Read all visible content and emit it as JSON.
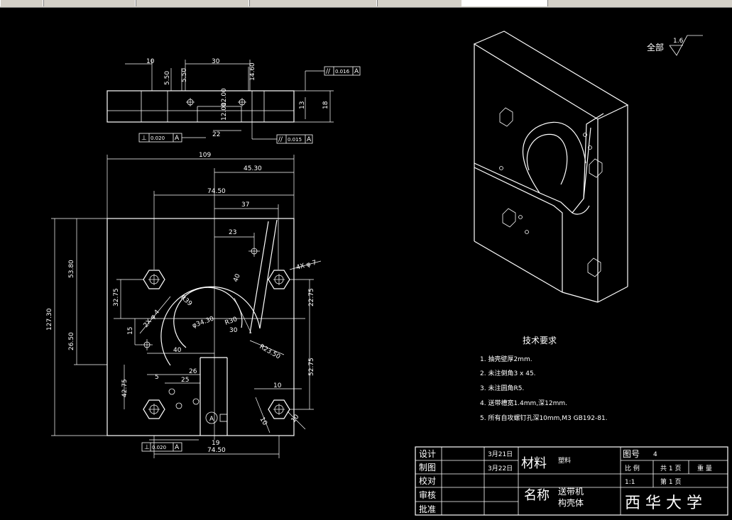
{
  "colors": {
    "background": "#000000",
    "lines": "#ffffff",
    "toolbar": "#d4d0c8"
  },
  "front_view": {
    "dims": {
      "d109": "109",
      "d4530": "45.30",
      "d7450": "74.50",
      "d37": "37",
      "d23": "23",
      "d5380": "53.80",
      "d12730": "127.30",
      "d2650": "26.50",
      "d3275l": "32.75",
      "d15": "15",
      "d2275": "22.75",
      "d4275": "42.75",
      "d5275": "52.75",
      "d40h": "40",
      "d26": "26",
      "d5": "5",
      "d25": "25",
      "d7450b": "74.50",
      "d19": "19",
      "d10": "10",
      "d10b": "10",
      "d10c": "10",
      "d40v": "40",
      "phi": "φ",
      "hole7": "4X φ 7",
      "holeL": "2X φ 4",
      "r2350": "R23.50",
      "r30": "R30",
      "r39": "R39",
      "d3430": "φ34.30",
      "d30": "30",
      "datumA": "A"
    },
    "flatness": {
      "symbol": "⊥",
      "value": "0.020",
      "datum": "A"
    }
  },
  "top_view": {
    "dims": {
      "d10": "10",
      "d30": "30",
      "d550": "5.50",
      "d550b": "5.50",
      "d1460": "14.60",
      "d1200": "12.00",
      "d1200b": "12.00",
      "d22": "22",
      "d13": "13",
      "d18": "18"
    },
    "tol_top": {
      "symbol": "//",
      "value": "0.016",
      "datum": "A"
    },
    "tol_bottom": {
      "symbol": "//",
      "value": "0.015",
      "datum": "A"
    },
    "tol_left": {
      "symbol": "⊥",
      "value": "0.020",
      "datum": "A"
    }
  },
  "surface_finish": {
    "label": "全部",
    "value": "1.6"
  },
  "tech_requirements": {
    "title": "技术要求",
    "items": [
      "1. 抽壳壁厚2mm.",
      "2. 未注倒角3 x 45.",
      "3. 未注圆角R5.",
      "4. 送带槽宽1.4mm,深12mm.",
      "5. 所有自攻螺钉孔深10mm,M3 GB192-81."
    ]
  },
  "title_block": {
    "roles": [
      "设计",
      "制图",
      "校对",
      "审核",
      "批准"
    ],
    "dates": [
      "3月21日",
      "3月22日"
    ],
    "material_label": "材料",
    "material_value": "塑料",
    "drawing_no_label": "图号",
    "drawing_no_value": "4",
    "scale_label": "比 例",
    "scale_value": "1:1",
    "total_pages": "共 1 页",
    "page_no": "第 1 页",
    "weight_label": "重 量",
    "name_label": "名称",
    "name_value_1": "送带机",
    "name_value_2": "构壳体",
    "school": "西 华 大 学"
  }
}
